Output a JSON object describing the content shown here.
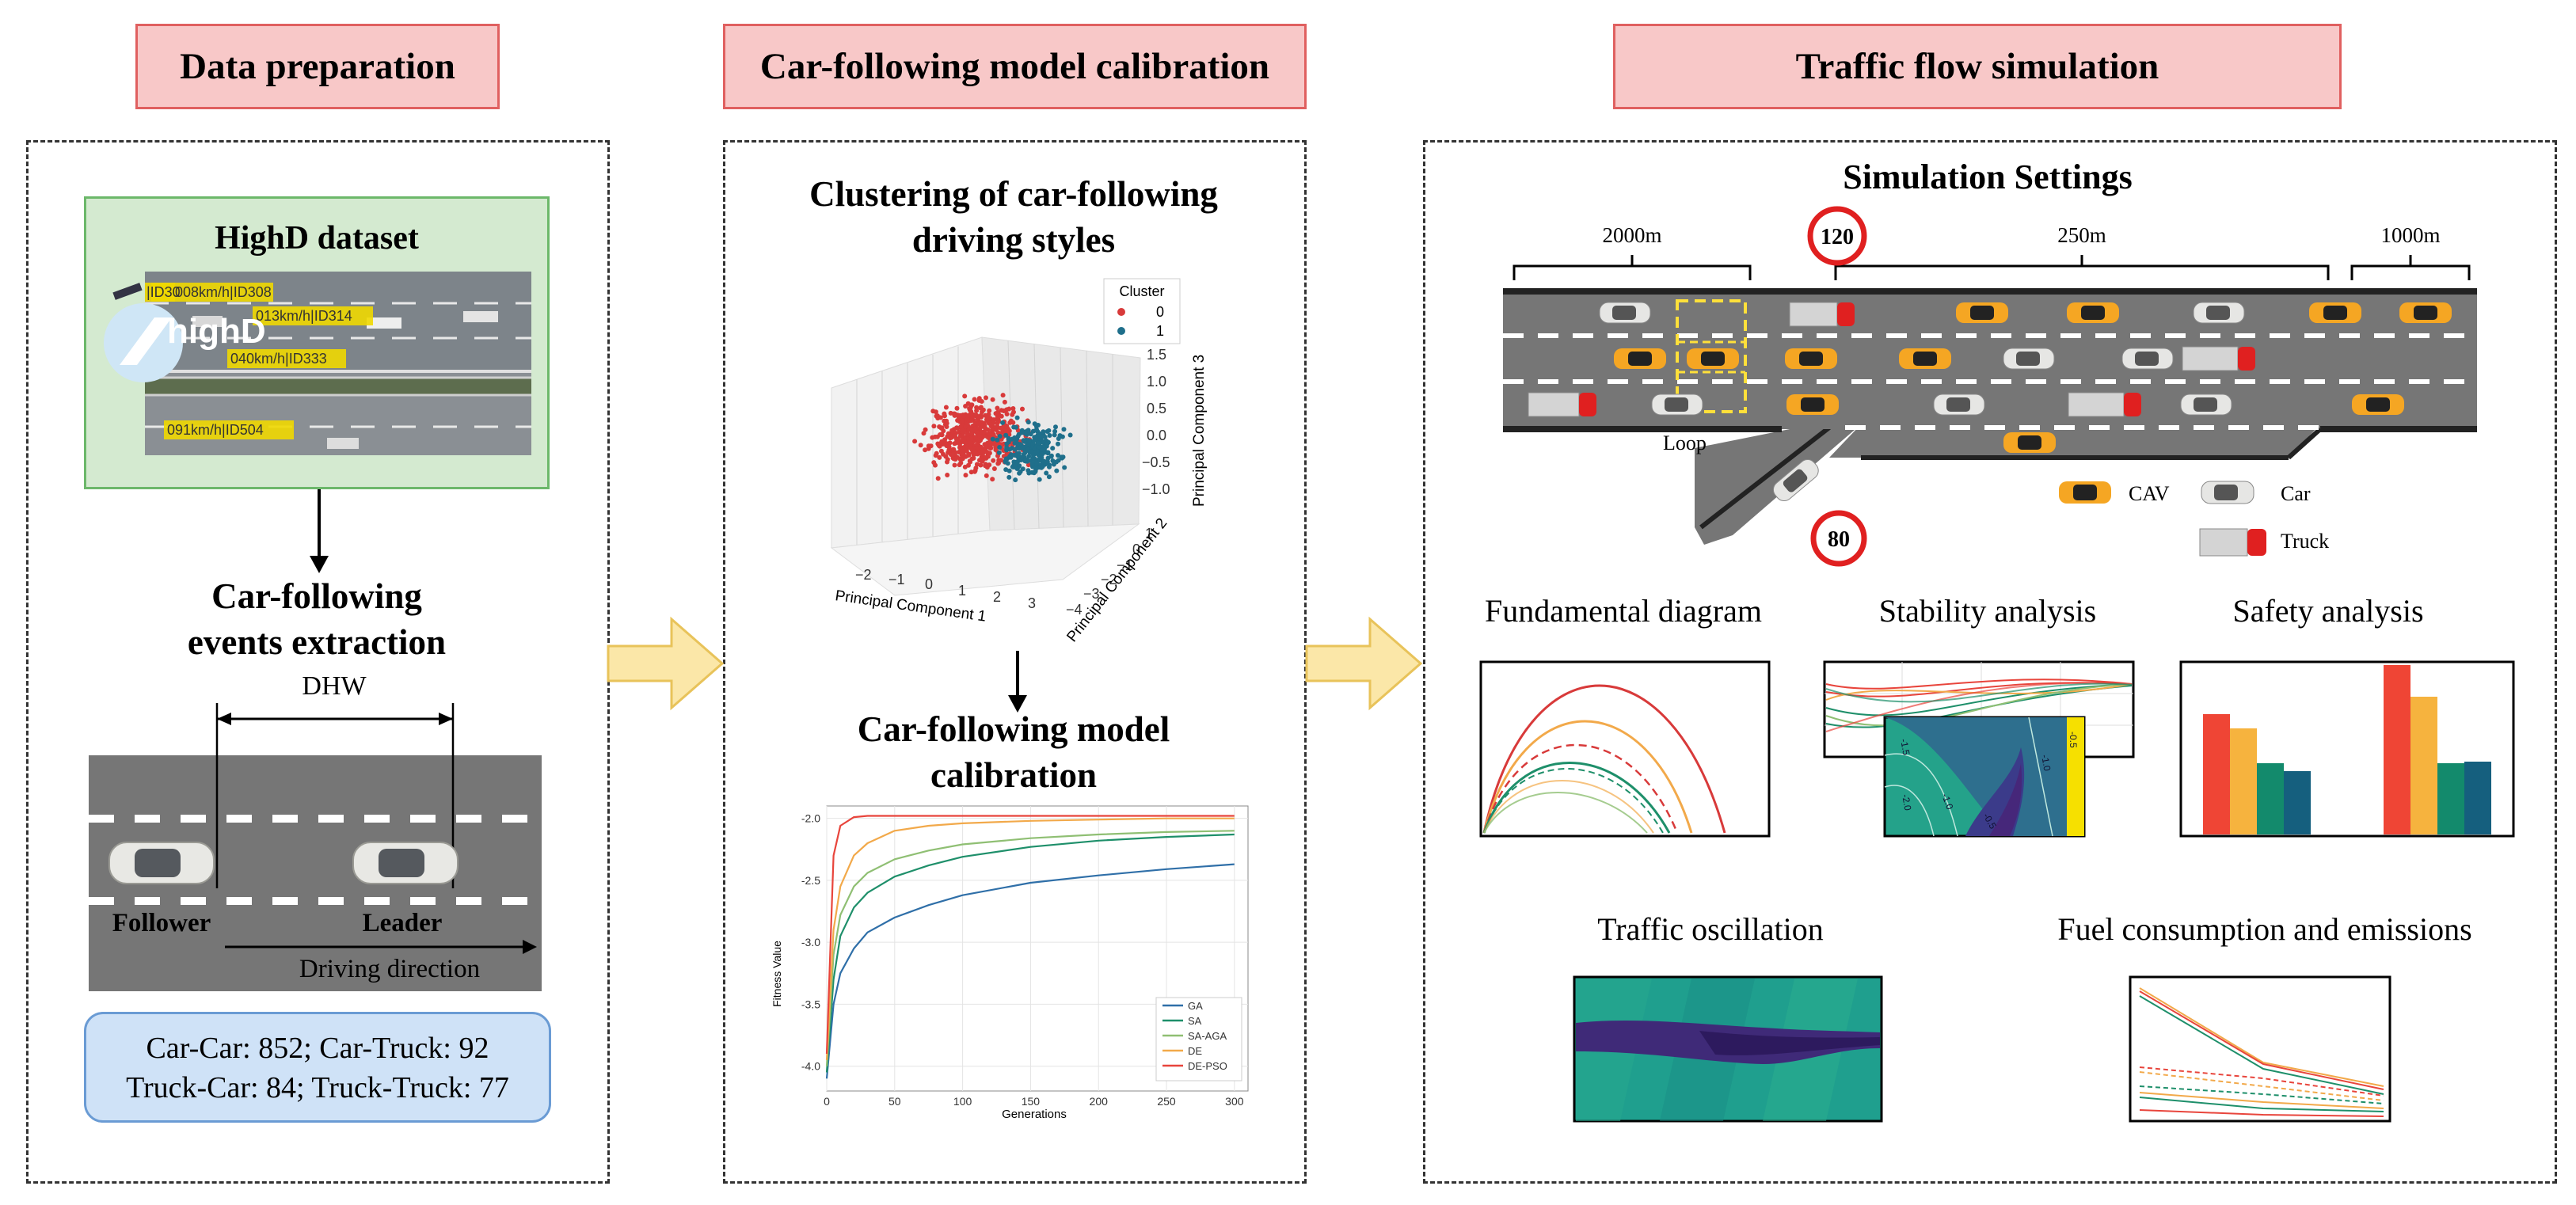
{
  "stages": {
    "data_preparation": "Data preparation",
    "calibration": "Car-following model calibration",
    "simulation": "Traffic flow simulation"
  },
  "prep": {
    "dataset_title": "HighD dataset",
    "dataset_labels": [
      "008km/h|ID308",
      "013km/h|ID314",
      "040km/h|ID333",
      "091km/h|ID504",
      "|ID30"
    ],
    "logo_text": "highD",
    "extraction_title_1": "Car-following",
    "extraction_title_2": "events extraction",
    "dhw": "DHW",
    "follower": "Follower",
    "leader": "Leader",
    "driving_direction": "Driving direction",
    "counts_line1": "Car-Car: 852; Car-Truck: 92",
    "counts_line2": "Truck-Car: 84; Truck-Truck: 77"
  },
  "calib": {
    "cluster_title_1": "Clustering of car-following",
    "cluster_title_2": "driving styles",
    "legend_title": "Cluster",
    "legend_items": [
      "0",
      "1"
    ],
    "pc1": "Principal Component 1",
    "pc2": "Principal Component 2",
    "pc3": "Principal Component 3",
    "pc1_ticks": [
      "−2",
      "−1",
      "0",
      "1",
      "2",
      "3"
    ],
    "pc2_ticks": [
      "1",
      "0",
      "−1",
      "−2",
      "−3",
      "−4"
    ],
    "pc3_ticks": [
      "1.5",
      "1.0",
      "0.5",
      "0.0",
      "−0.5",
      "−1.0"
    ],
    "model_title_1": "Car-following model",
    "model_title_2": "calibration"
  },
  "chart_data": {
    "type": "line",
    "xlabel": "Generations",
    "ylabel": "Fitness Value",
    "xlim": [
      0,
      310
    ],
    "ylim": [
      -4.2,
      -1.9
    ],
    "x_ticks": [
      "0",
      "50",
      "100",
      "150",
      "200",
      "250",
      "300"
    ],
    "y_ticks": [
      "-2.0",
      "-2.5",
      "-3.0",
      "-3.5",
      "-4.0"
    ],
    "legend": "bottom-right",
    "grid": true,
    "x": [
      0,
      5,
      10,
      20,
      30,
      50,
      75,
      100,
      150,
      200,
      250,
      300
    ],
    "series": [
      {
        "name": "GA",
        "color": "#2f6fa8",
        "values": [
          -4.1,
          -3.5,
          -3.25,
          -3.05,
          -2.92,
          -2.8,
          -2.7,
          -2.62,
          -2.52,
          -2.46,
          -2.41,
          -2.37
        ]
      },
      {
        "name": "SA",
        "color": "#1e8f6a",
        "values": [
          -4.05,
          -3.3,
          -2.95,
          -2.72,
          -2.6,
          -2.47,
          -2.38,
          -2.31,
          -2.23,
          -2.18,
          -2.15,
          -2.13
        ]
      },
      {
        "name": "SA-AGA",
        "color": "#8fbf73",
        "values": [
          -4.0,
          -3.1,
          -2.78,
          -2.55,
          -2.44,
          -2.33,
          -2.26,
          -2.21,
          -2.16,
          -2.13,
          -2.11,
          -2.1
        ]
      },
      {
        "name": "DE",
        "color": "#f2a94a",
        "values": [
          -3.95,
          -2.9,
          -2.55,
          -2.3,
          -2.2,
          -2.1,
          -2.06,
          -2.04,
          -2.02,
          -2.01,
          -2.0,
          -2.0
        ]
      },
      {
        "name": "DE-PSO",
        "color": "#e8453c",
        "values": [
          -3.9,
          -2.3,
          -2.06,
          -1.99,
          -1.98,
          -1.98,
          -1.98,
          -1.98,
          -1.98,
          -1.98,
          -1.98,
          -1.98
        ]
      }
    ]
  },
  "sim": {
    "settings_title": "Simulation Settings",
    "dist_1": "2000m",
    "dist_2": "250m",
    "dist_3": "1000m",
    "speed_main": "120",
    "speed_ramp": "80",
    "loop": "Loop",
    "legend_cav": "CAV",
    "legend_car": "Car",
    "legend_truck": "Truck",
    "fundamental": "Fundamental diagram",
    "stability": "Stability analysis",
    "safety": "Safety analysis",
    "oscillation": "Traffic oscillation",
    "fuel": "Fuel consumption and emissions",
    "contour_labels": [
      "-1.5",
      "-2.0",
      "-1.0",
      "-0.5",
      "-1.0",
      "-0.5"
    ]
  },
  "colors": {
    "header_fill": "#f8c8c8",
    "header_border": "#e06060",
    "dataset_bg": "#d4ead0",
    "counts_bg": "#cfe2f7",
    "arrow_fill": "#fbe7a8",
    "road": "#767676",
    "cav": "#f5a623",
    "truck_cab": "#e02020"
  }
}
